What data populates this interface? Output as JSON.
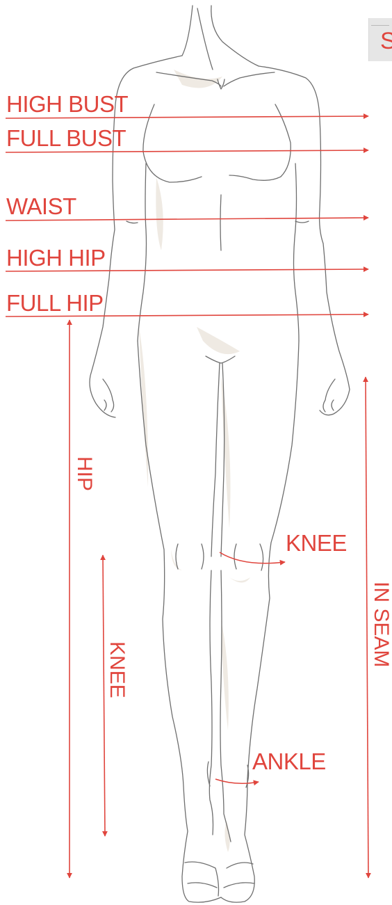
{
  "colors": {
    "accent": "#e0453d",
    "outline": "#6e6e6e",
    "shade": "#ece7e0"
  },
  "labels": {
    "high_bust": "HIGH BUST",
    "full_bust": "FULL BUST",
    "waist": "WAIST",
    "high_hip": "HIGH HIP",
    "full_hip": "FULL HIP",
    "hip": "HIP",
    "knee_vertical": "KNEE",
    "in_seam": "IN SEAM",
    "knee_circ": "KNEE",
    "ankle": "ANKLE"
  },
  "corner_tab": {
    "text": "S"
  }
}
